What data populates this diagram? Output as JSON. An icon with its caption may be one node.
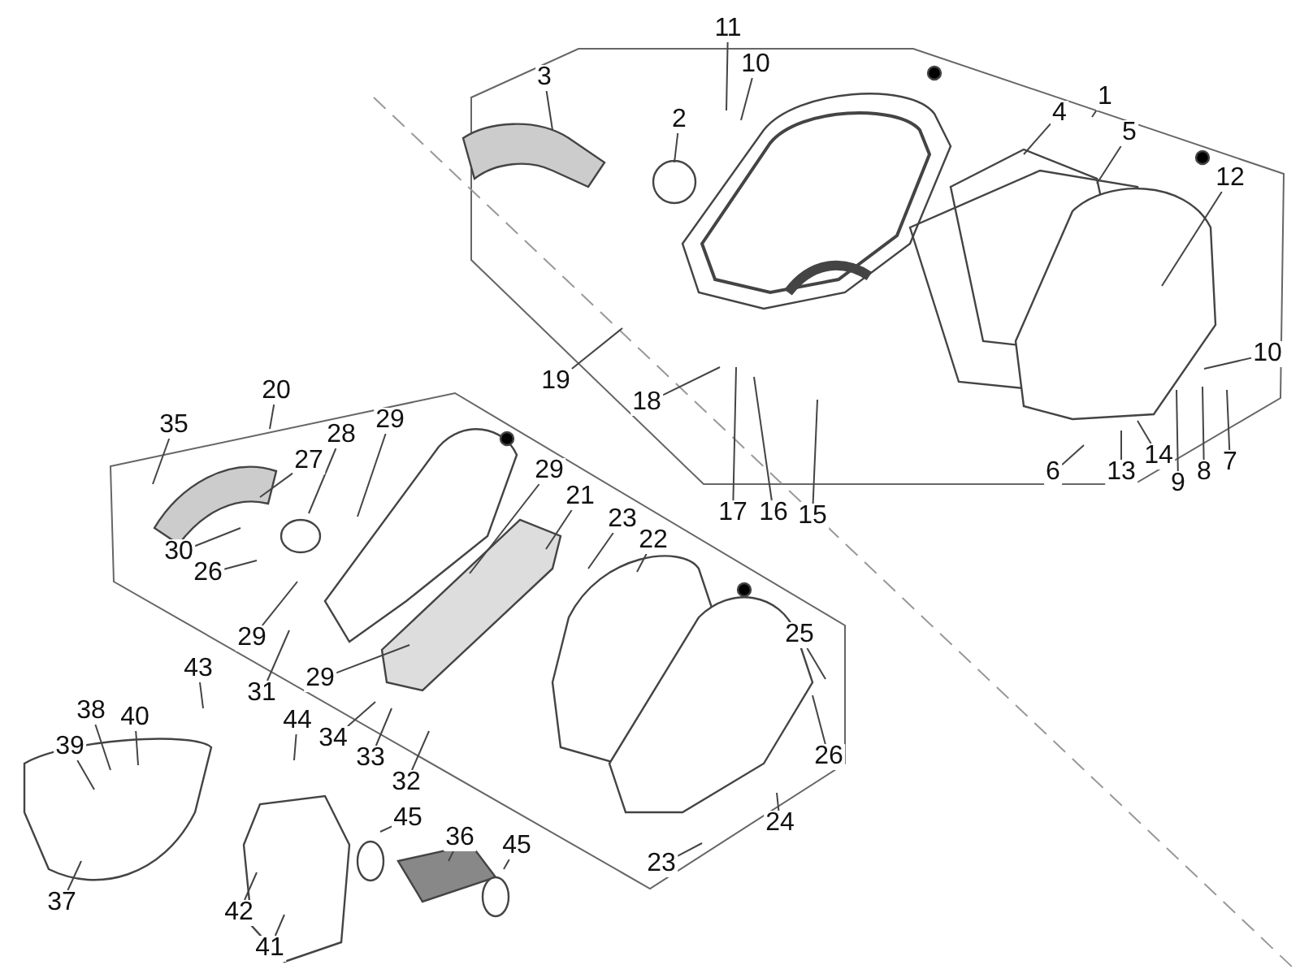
{
  "diagram": {
    "nodes": [
      {
        "text": [
          "11"
        ]
      },
      {
        "text": [
          "10"
        ]
      },
      {
        "text": [
          "3"
        ]
      },
      {
        "text": [
          "1"
        ]
      },
      {
        "text": [
          "4"
        ]
      },
      {
        "text": [
          "2"
        ]
      },
      {
        "text": [
          "5"
        ]
      },
      {
        "text": [
          "12"
        ]
      },
      {
        "text": [
          "10"
        ]
      },
      {
        "text": [
          "19"
        ]
      },
      {
        "text": [
          "18"
        ]
      },
      {
        "text": [
          "20"
        ]
      },
      {
        "text": [
          "29"
        ]
      },
      {
        "text": [
          "35"
        ]
      },
      {
        "text": [
          "28"
        ]
      },
      {
        "text": [
          "27"
        ]
      },
      {
        "text": [
          "29"
        ]
      },
      {
        "text": [
          "21"
        ]
      },
      {
        "text": [
          "23"
        ]
      },
      {
        "text": [
          "22"
        ]
      },
      {
        "text": [
          "6"
        ]
      },
      {
        "text": [
          "13"
        ]
      },
      {
        "text": [
          "14"
        ]
      },
      {
        "text": [
          "9"
        ]
      },
      {
        "text": [
          "8"
        ]
      },
      {
        "text": [
          "7"
        ]
      },
      {
        "text": [
          "17"
        ]
      },
      {
        "text": [
          "16"
        ]
      },
      {
        "text": [
          "15"
        ]
      },
      {
        "text": [
          "30"
        ]
      },
      {
        "text": [
          "26"
        ]
      },
      {
        "text": [
          "29"
        ]
      },
      {
        "text": [
          "25"
        ]
      },
      {
        "text": [
          "31"
        ]
      },
      {
        "text": [
          "29"
        ]
      },
      {
        "text": [
          "43"
        ]
      },
      {
        "text": [
          "38"
        ]
      },
      {
        "text": [
          "40"
        ]
      },
      {
        "text": [
          "44"
        ]
      },
      {
        "text": [
          "39"
        ]
      },
      {
        "text": [
          "34"
        ]
      },
      {
        "text": [
          "33"
        ]
      },
      {
        "text": [
          "32"
        ]
      },
      {
        "text": [
          "26"
        ]
      },
      {
        "text": [
          "24"
        ]
      },
      {
        "text": [
          "45"
        ]
      },
      {
        "text": [
          "36"
        ]
      },
      {
        "text": [
          "45"
        ]
      },
      {
        "text": [
          "37"
        ]
      },
      {
        "text": [
          "23"
        ]
      },
      {
        "text": [
          "42"
        ]
      },
      {
        "text": [
          "41"
        ]
      }
    ],
    "edges": [
      {
        "from": 0,
        "to": null,
        "arrow": "none"
      },
      {
        "from": 1,
        "to": null,
        "arrow": "none"
      },
      {
        "from": 2,
        "to": null,
        "arrow": "none"
      },
      {
        "from": 3,
        "to": null,
        "arrow": "none"
      },
      {
        "from": 4,
        "to": null,
        "arrow": "none"
      },
      {
        "from": 5,
        "to": null,
        "arrow": "none"
      },
      {
        "from": 6,
        "to": null,
        "arrow": "none"
      },
      {
        "from": 7,
        "to": null,
        "arrow": "none"
      },
      {
        "from": 8,
        "to": null,
        "arrow": "none"
      },
      {
        "from": 9,
        "to": null,
        "arrow": "none"
      },
      {
        "from": 10,
        "to": null,
        "arrow": "none"
      },
      {
        "from": 11,
        "to": null,
        "arrow": "none"
      },
      {
        "from": 12,
        "to": null,
        "arrow": "none"
      },
      {
        "from": 13,
        "to": null,
        "arrow": "none"
      },
      {
        "from": 14,
        "to": null,
        "arrow": "none"
      },
      {
        "from": 15,
        "to": null,
        "arrow": "none"
      },
      {
        "from": 16,
        "to": null,
        "arrow": "none"
      },
      {
        "from": 17,
        "to": null,
        "arrow": "none"
      },
      {
        "from": 18,
        "to": null,
        "arrow": "none"
      },
      {
        "from": 19,
        "to": null,
        "arrow": "none"
      },
      {
        "from": 20,
        "to": null,
        "arrow": "none"
      },
      {
        "from": 21,
        "to": null,
        "arrow": "none"
      },
      {
        "from": 22,
        "to": null,
        "arrow": "none"
      },
      {
        "from": 23,
        "to": null,
        "arrow": "none"
      },
      {
        "from": 24,
        "to": null,
        "arrow": "none"
      },
      {
        "from": 25,
        "to": null,
        "arrow": "none"
      },
      {
        "from": 26,
        "to": null,
        "arrow": "none"
      },
      {
        "from": 27,
        "to": null,
        "arrow": "none"
      },
      {
        "from": 28,
        "to": null,
        "arrow": "none"
      },
      {
        "from": 29,
        "to": null,
        "arrow": "none"
      },
      {
        "from": 30,
        "to": null,
        "arrow": "none"
      },
      {
        "from": 31,
        "to": null,
        "arrow": "none"
      },
      {
        "from": 32,
        "to": null,
        "arrow": "none"
      },
      {
        "from": 33,
        "to": null,
        "arrow": "none"
      },
      {
        "from": 34,
        "to": null,
        "arrow": "none"
      },
      {
        "from": 35,
        "to": null,
        "arrow": "none"
      },
      {
        "from": 36,
        "to": null,
        "arrow": "none"
      },
      {
        "from": 37,
        "to": null,
        "arrow": "none"
      },
      {
        "from": 38,
        "to": null,
        "arrow": "none"
      },
      {
        "from": 39,
        "to": null,
        "arrow": "none"
      },
      {
        "from": 40,
        "to": null,
        "arrow": "none"
      },
      {
        "from": 41,
        "to": null,
        "arrow": "none"
      },
      {
        "from": 42,
        "to": null,
        "arrow": "none"
      },
      {
        "from": 43,
        "to": null,
        "arrow": "none"
      },
      {
        "from": 44,
        "to": null,
        "arrow": "none"
      },
      {
        "from": 45,
        "to": null,
        "arrow": "none"
      },
      {
        "from": 46,
        "to": null,
        "arrow": "none"
      },
      {
        "from": 47,
        "to": null,
        "arrow": "none"
      },
      {
        "from": 48,
        "to": null,
        "arrow": "none"
      },
      {
        "from": 49,
        "to": null,
        "arrow": "none"
      },
      {
        "from": 50,
        "to": null,
        "arrow": "none"
      },
      {
        "from": 51,
        "to": null,
        "arrow": "none"
      }
    ]
  }
}
